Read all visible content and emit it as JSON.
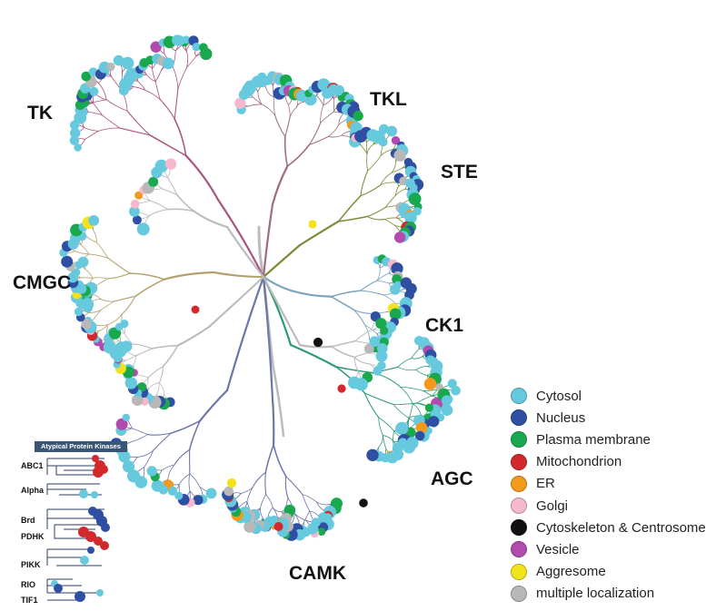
{
  "groups": {
    "tk": "TK",
    "tkl": "TKL",
    "ste": "STE",
    "cmgc": "CMGC",
    "ck1": "CK1",
    "agc": "AGC",
    "camk": "CAMK"
  },
  "legend": [
    {
      "label": "Cytosol",
      "color": "#66c9de"
    },
    {
      "label": "Nucleus",
      "color": "#2f4fa3"
    },
    {
      "label": "Plasma membrane",
      "color": "#1aa84f"
    },
    {
      "label": "Mitochondrion",
      "color": "#d3282c"
    },
    {
      "label": "ER",
      "color": "#f39a1c"
    },
    {
      "label": "Golgi",
      "color": "#f6b8cc"
    },
    {
      "label": "Cytoskeleton & Centrosome",
      "color": "#111111"
    },
    {
      "label": "Vesicle",
      "color": "#b24bad"
    },
    {
      "label": "Aggresome",
      "color": "#f2e31c"
    },
    {
      "label": "multiple localization",
      "color": "#b8b8b8"
    }
  ],
  "atypical": {
    "title": "Atypical Protein Kinases",
    "families": [
      "ABC1",
      "Alpha",
      "Brd",
      "PDHK",
      "PIKK",
      "RIO",
      "TIF1"
    ]
  },
  "branch_colors": {
    "tk": "#a8557f",
    "tkl": "#9a6d83",
    "ste": "#7d8a3a",
    "cmgc": "#b3a16e",
    "ck1": "#7aa3bf",
    "agc": "#2f9a77",
    "camk": "#6c76a8",
    "other": "#bcbcbc"
  }
}
